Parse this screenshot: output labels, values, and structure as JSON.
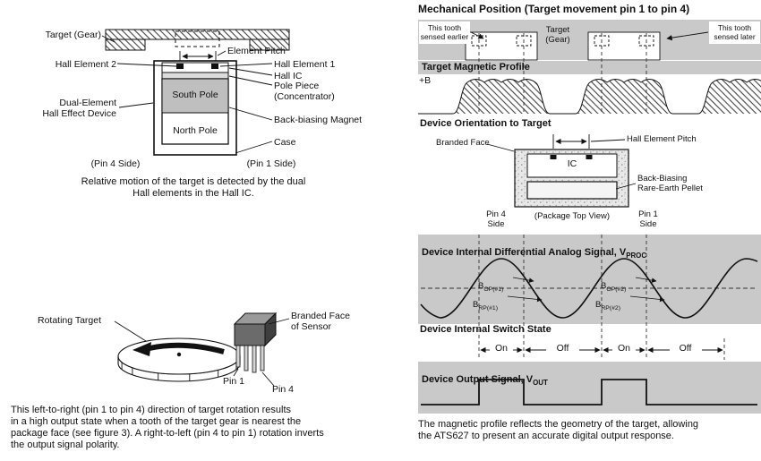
{
  "figure": {
    "colors": {
      "band_gray": "#c9c9c9",
      "south_pole_gray": "#bfbfbf"
    },
    "left": {
      "sensor_section": {
        "target_gear": "Target (Gear)",
        "element_pitch": "Element Pitch",
        "hall_element_2": "Hall Element 2",
        "hall_element_1": "Hall Element 1",
        "hall_ic": "Hall IC",
        "pole_piece": "Pole Piece\n(Concentrator)",
        "dual_element_device": "Dual-Element\nHall Effect Device",
        "south_pole": "South Pole",
        "north_pole": "North Pole",
        "back_biasing_magnet": "Back-biasing Magnet",
        "case_label": "Case",
        "pin4_side": "(Pin 4 Side)",
        "pin1_side": "(Pin 1 Side)",
        "caption": "Relative motion of the target is detected by the dual\nHall elements in the Hall IC."
      },
      "rotation_section": {
        "rotating_target": "Rotating Target",
        "branded_face": "Branded Face\nof Sensor",
        "pin_1": "Pin 1",
        "pin_4": "Pin 4",
        "caption": "This left-to-right (pin 1 to pin 4) direction of target rotation results\nin a high output state when a tooth of the target gear is nearest the\npackage face (see figure 3). A right-to-left (pin 4 to pin 1) rotation inverts\nthe output signal polarity."
      }
    },
    "right": {
      "title": "Mechanical Position (Target movement pin 1 to pin 4)",
      "mechanical": {
        "tooth_earlier": "This tooth\nsensed earlier",
        "target_gear": "Target\n(Gear)",
        "tooth_later": "This tooth\nsensed later"
      },
      "magnetic_profile": {
        "heading": "Target Magnetic Profile",
        "axis": "+B"
      },
      "orientation": {
        "heading": "Device Orientation to Target",
        "branded_face": "Branded Face",
        "hall_element_pitch": "Hall Element Pitch",
        "ic": "IC",
        "pellet": "Back-Biasing\nRare-Earth Pellet",
        "pin4_side": "Pin 4\nSide",
        "package_top_view": "(Package Top View)",
        "pin1_side": "Pin 1\nSide"
      },
      "analog": {
        "heading_main": "Device Internal Differential Analog Signal, V",
        "heading_sub": "PROC",
        "b_labels": [
          {
            "main": "B",
            "sub": "OP(#1)"
          },
          {
            "main": "B",
            "sub": "RP(#1)"
          },
          {
            "main": "B",
            "sub": "OP(#2)"
          },
          {
            "main": "B",
            "sub": "RP(#2)"
          }
        ]
      },
      "switch_state": {
        "heading": "Device Internal Switch State",
        "states": [
          "On",
          "Off",
          "On",
          "Off"
        ]
      },
      "output": {
        "heading_main": "Device Output Signal, V",
        "heading_sub": "OUT"
      },
      "caption": "The magnetic profile reflects the geometry of the target, allowing\nthe ATS627 to present an accurate digital output response."
    }
  }
}
